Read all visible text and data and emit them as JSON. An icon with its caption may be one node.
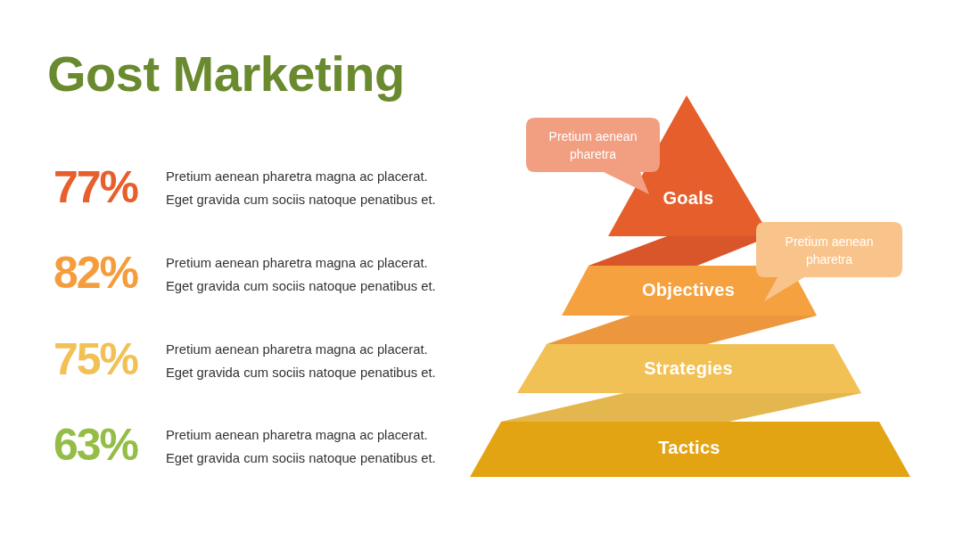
{
  "diagram": {
    "title": "Gost Marketing",
    "nodes": [
      {
        "text": [
          "Pretium aenean pharetra"
        ]
      },
      {
        "text": [
          "Goals"
        ]
      },
      {
        "text": [
          "Pretium aenean pharetra"
        ]
      },
      {
        "text": [
          "Objectives"
        ]
      },
      {
        "text": [
          "Strategies"
        ]
      },
      {
        "text": [
          "Tactics"
        ]
      }
    ],
    "labels": [
      "77%",
      "Pretium aenean pharetra magna ac placerat. Eget gravida cum sociis natoque penatibus et.",
      "82%",
      "Pretium aenean pharetra magna ac placerat. Eget gravida cum sociis natoque penatibus et.",
      "75%",
      "Pretium aenean pharetra magna ac placerat. Eget gravida cum sociis natoque penatibus et.",
      "63%",
      "Pretium aenean pharetra magna ac placerat. Eget gravida cum sociis natoque penatibus et."
    ]
  }
}
